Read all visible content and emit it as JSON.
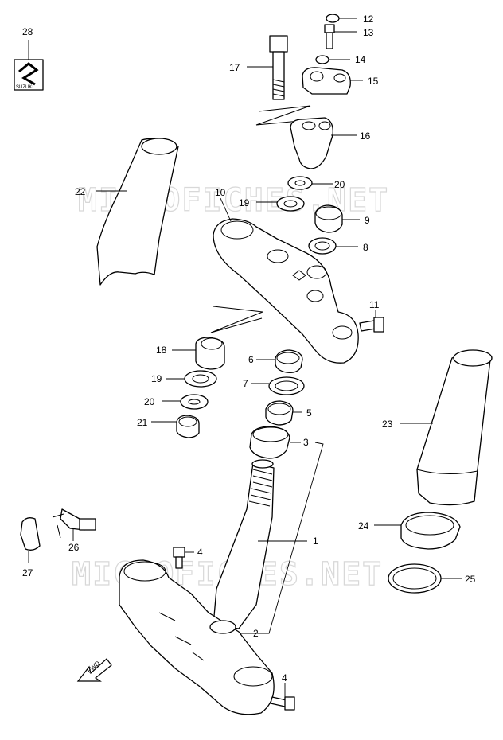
{
  "watermark": "MICROFICHES.NET",
  "logo": {
    "text": "SUZUKI",
    "icon": "suzuki-s-logo-icon"
  },
  "fwd_label": "FWD",
  "callouts": {
    "c1": "1",
    "c2": "2",
    "c3": "3",
    "c4a": "4",
    "c4b": "4",
    "c5": "5",
    "c6": "6",
    "c7": "7",
    "c8": "8",
    "c9": "9",
    "c10": "10",
    "c11": "11",
    "c12": "12",
    "c13": "13",
    "c14": "14",
    "c15": "15",
    "c16": "16",
    "c17": "17",
    "c18": "18",
    "c19a": "19",
    "c19b": "19",
    "c20a": "20",
    "c20b": "20",
    "c21": "21",
    "c22": "22",
    "c23": "23",
    "c24": "24",
    "c25": "25",
    "c26": "26",
    "c27": "27",
    "c28": "28"
  }
}
